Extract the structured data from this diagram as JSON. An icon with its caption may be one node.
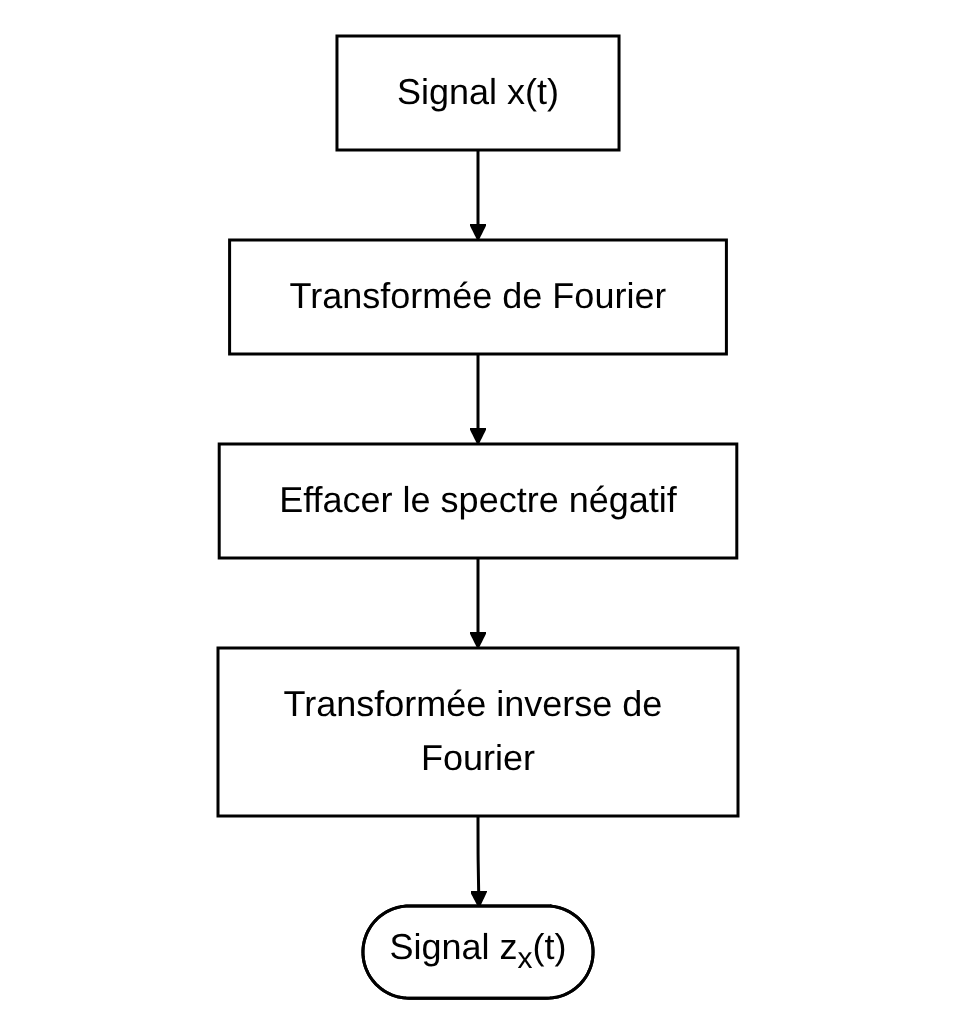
{
  "diagram": {
    "nodes": [
      {
        "text": [
          "Signal x(t)"
        ]
      },
      {
        "text": [
          "Transformée de Fourier"
        ]
      },
      {
        "text": [
          "Effacer le spectre négatif"
        ]
      },
      {
        "text": [
          "Transformée inverse de Fourier"
        ]
      },
      {
        "text": [
          "Signal z$_{x}$(t)"
        ]
      }
    ],
    "edges": [
      {
        "from": 0,
        "to": 1,
        "arrow": "to"
      },
      {
        "from": 1,
        "to": 2,
        "arrow": "to"
      },
      {
        "from": 2,
        "to": 3,
        "arrow": "to"
      },
      {
        "from": 3,
        "to": 4,
        "arrow": "to"
      }
    ]
  }
}
